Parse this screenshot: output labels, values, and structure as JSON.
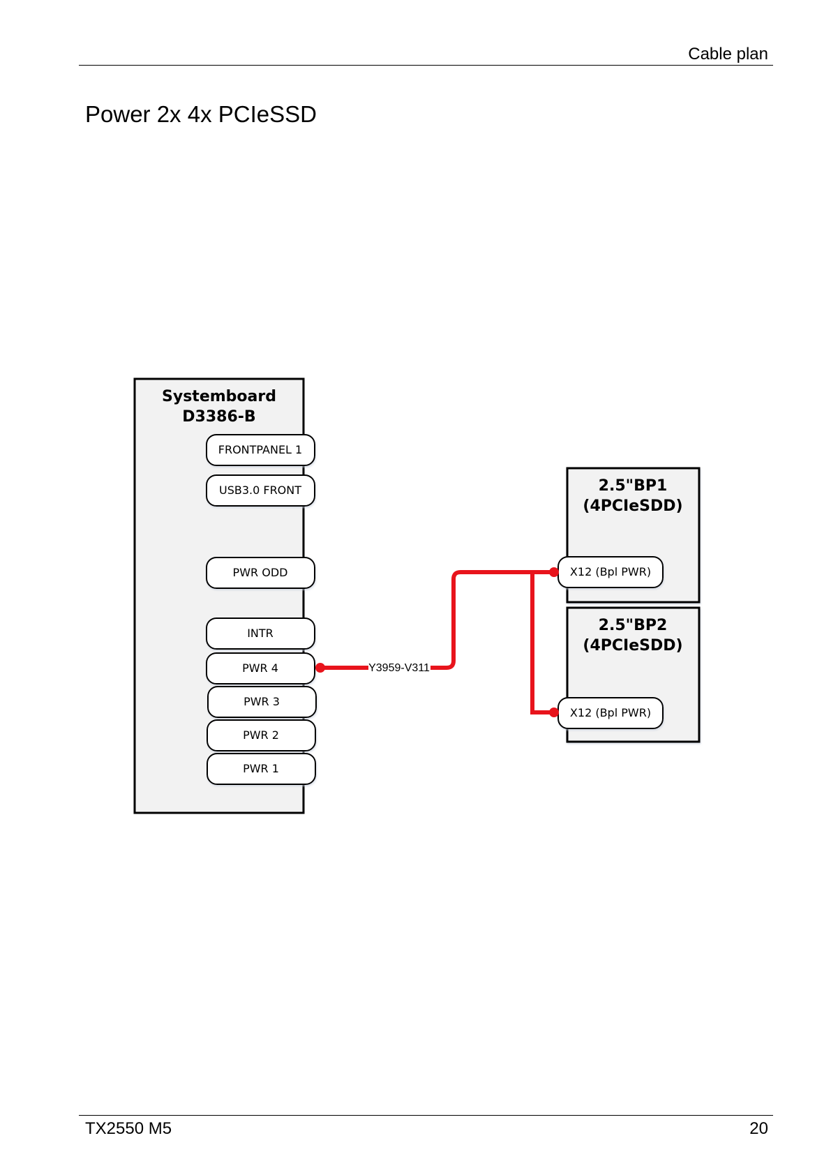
{
  "header": {
    "section": "Cable plan"
  },
  "title": "Power 2x 4x PCIeSSD",
  "footer": {
    "model": "TX2550 M5",
    "page": "20"
  },
  "colors": {
    "cable": "#e8141c",
    "box_fill": "#f2f2f2",
    "border": "#000000"
  },
  "diagram": {
    "systemboard": {
      "title_line1": "Systemboard",
      "title_line2": "D3386-B",
      "connectors": {
        "frontpanel1": "FRONTPANEL 1",
        "usb3_front": "USB3.0 FRONT",
        "pwr_odd": "PWR ODD",
        "intr": "INTR",
        "pwr4": "PWR 4",
        "pwr3": "PWR 3",
        "pwr2": "PWR 2",
        "pwr1": "PWR 1"
      }
    },
    "bp1": {
      "title_line1": "2.5\"BP1",
      "title_line2": "(4PCIeSDD)",
      "connector": "X12 (Bpl PWR)"
    },
    "bp2": {
      "title_line1": "2.5\"BP2",
      "title_line2": "(4PCIeSDD)",
      "connector": "X12 (Bpl PWR)"
    },
    "cable": {
      "label": "Y3959-V311"
    }
  }
}
